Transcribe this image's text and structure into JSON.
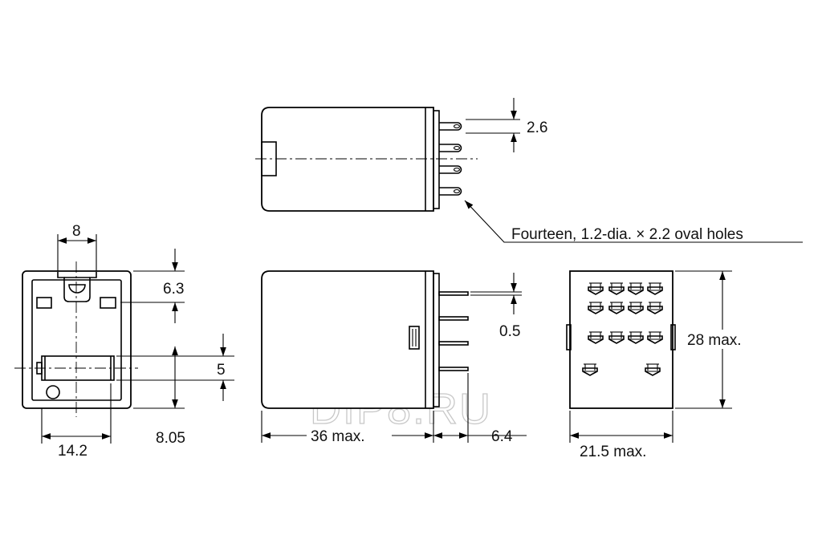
{
  "dimensions": {
    "pin_pitch": "2.6",
    "front_pin_spacing": "8",
    "front_top_offset": "6.3",
    "front_width": "14.2",
    "front_bottom_offset": "8.05",
    "coil_height": "5",
    "pin_thickness": "0.5",
    "body_length": "36 max.",
    "pin_length": "6.4",
    "height": "28 max.",
    "width": "21.5 max."
  },
  "callout": {
    "holes": "Fourteen, 1.2-dia. × 2.2 oval holes"
  },
  "watermark": "DIP8.RU"
}
